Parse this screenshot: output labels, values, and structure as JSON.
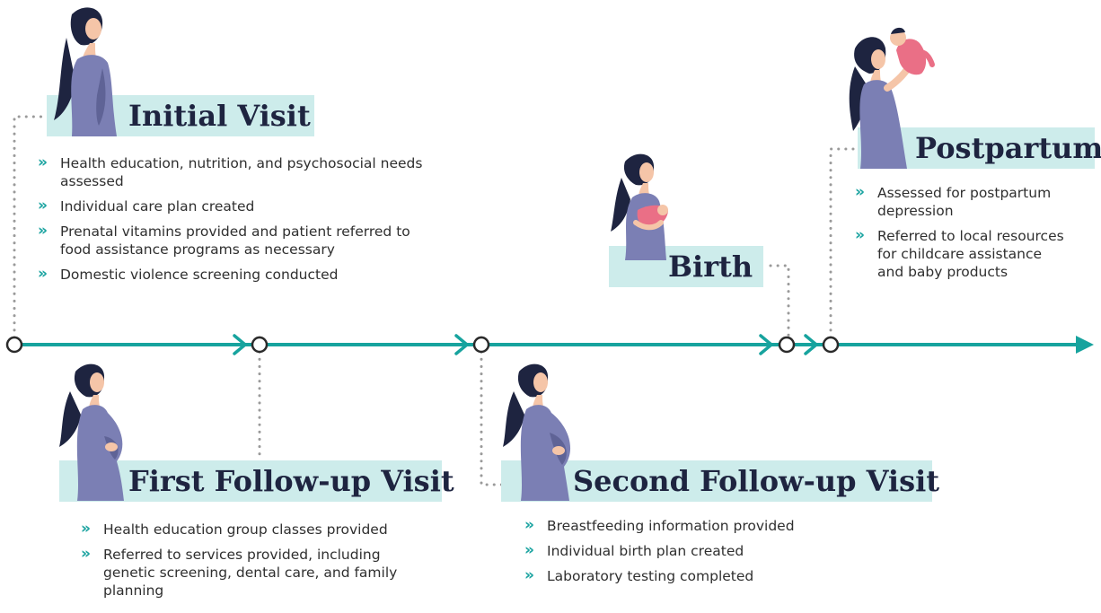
{
  "colors": {
    "teal": "#17a39e",
    "label_bg": "#cdeceb",
    "dress": "#7b7fb4",
    "dress_dark": "#5f6396",
    "hair": "#1e2440",
    "skin": "#f5c5a8",
    "baby": "#ea6f86",
    "dots": "#9a9a9a",
    "text": "#2f2f2f"
  },
  "stages": {
    "initial": {
      "title": "Initial Visit",
      "items": [
        "Health education, nutrition, and psychosocial needs assessed",
        "Individual care plan created",
        "Prenatal vitamins provided and patient referred to food assistance programs as necessary",
        "Domestic violence screening conducted"
      ]
    },
    "first": {
      "title": "First Follow-up Visit",
      "items": [
        "Health education group classes provided",
        "Referred to services provided, including genetic screening, dental care, and family planning"
      ]
    },
    "second": {
      "title": "Second Follow-up Visit",
      "items": [
        "Breastfeeding information provided",
        "Individual birth plan created",
        "Laboratory testing completed"
      ]
    },
    "birth": {
      "title": "Birth",
      "items": []
    },
    "postpartum": {
      "title": "Postpartum",
      "items": [
        "Assessed for postpartum depression",
        "Referred to local resources for childcare assistance and baby products"
      ]
    }
  },
  "icons": {
    "bullet": "double-chevron-right-icon",
    "node": "circle-node-icon",
    "arrow": "arrow-head-icon"
  }
}
